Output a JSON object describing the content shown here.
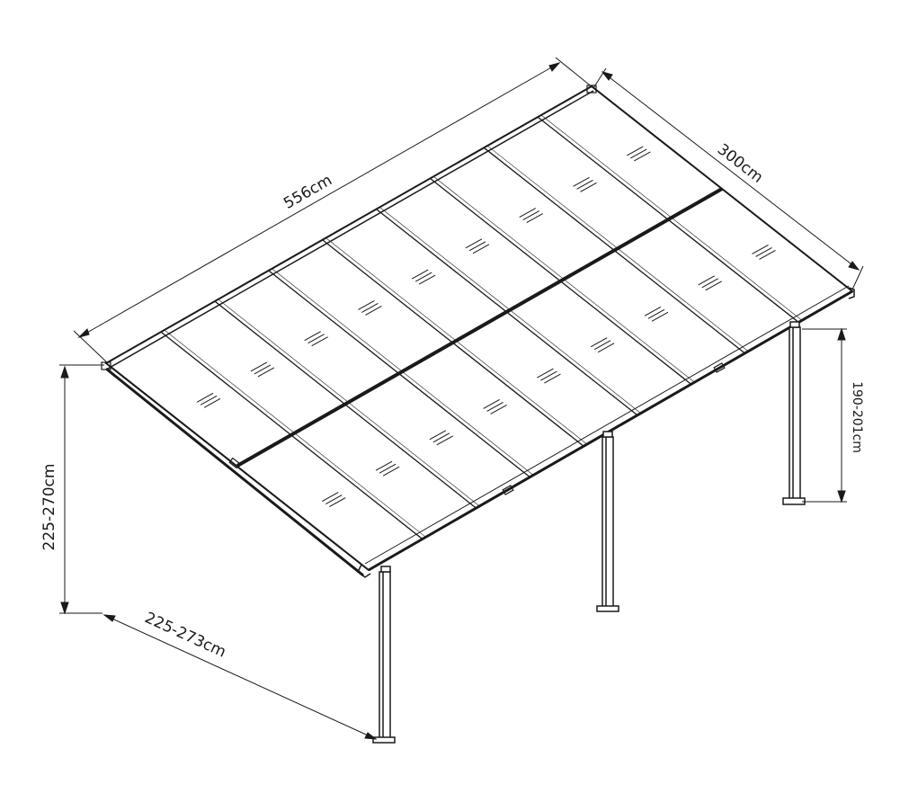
{
  "dimensions": {
    "length": "556cm",
    "depth": "300cm",
    "wall_height": "225-270cm",
    "front_height": "190-201cm",
    "slope_span": "225-273cm"
  },
  "colors": {
    "line": "#1a1a1a",
    "background": "#ffffff"
  }
}
